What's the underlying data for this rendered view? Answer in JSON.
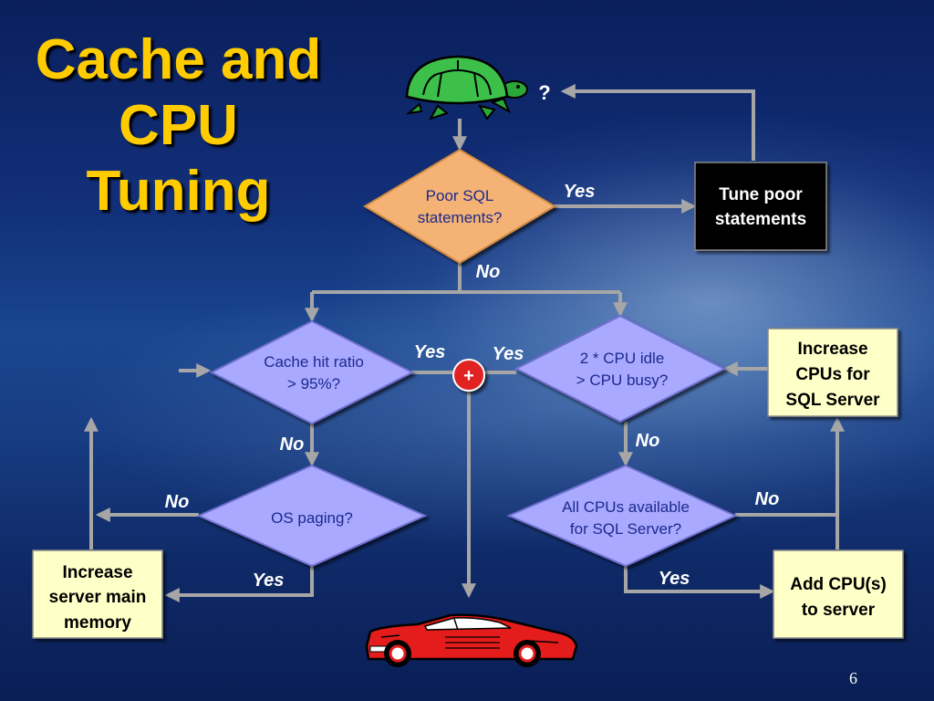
{
  "title": [
    "Cache and",
    "CPU",
    "Tuning"
  ],
  "page_number": "6",
  "colors": {
    "title": "#ffcc00",
    "diamond_orange": "#f4b274",
    "diamond_purple": "#a9a9ff",
    "box_yellow": "#ffffc8",
    "box_black": "#000000",
    "connector": "#a6a6a6",
    "junction": "#e02020"
  },
  "icons": {
    "start": "turtle-icon",
    "end": "red-sports-car-icon",
    "junction": "plus-junction"
  },
  "flow": {
    "start_question": "?",
    "decision_poor_sql": [
      "Poor SQL",
      "statements?"
    ],
    "box_tune_poor": [
      "Tune poor",
      "statements"
    ],
    "decision_cache_hit": [
      "Cache hit ratio",
      "> 95%?"
    ],
    "decision_cpu_idle": [
      "2 * CPU idle",
      "> CPU busy?"
    ],
    "box_increase_cpus": [
      "Increase",
      "CPUs for",
      "SQL Server"
    ],
    "decision_os_paging": [
      "OS paging?"
    ],
    "decision_all_cpus": [
      "All CPUs available",
      "for SQL Server?"
    ],
    "box_increase_memory": [
      "Increase",
      "server main",
      "memory"
    ],
    "box_add_cpu": [
      "Add CPU(s)",
      "to server"
    ],
    "junction_label": "+",
    "labels": {
      "yes_poor_sql": "Yes",
      "no_poor_sql": "No",
      "yes_cache": "Yes",
      "yes_cpu_idle": "Yes",
      "no_cache": "No",
      "no_cpu_idle": "No",
      "no_os_paging": "No",
      "no_all_cpus": "No",
      "yes_os_paging": "Yes",
      "yes_all_cpus": "Yes"
    }
  }
}
